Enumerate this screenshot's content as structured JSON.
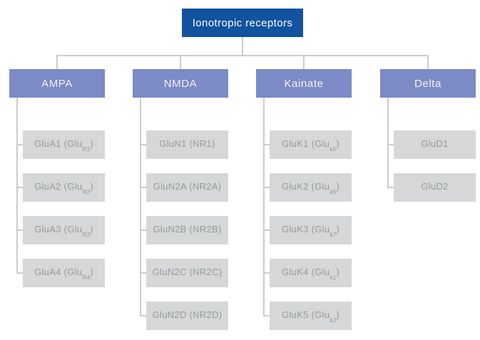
{
  "root_label": "Ionotropic receptors",
  "groups": [
    {
      "label": "AMPA",
      "children": [
        {
          "pre": "GluA1 (Glu",
          "sub": "R1",
          "post": ")"
        },
        {
          "pre": "GluA2 (Glu",
          "sub": "R2",
          "post": ")"
        },
        {
          "pre": "GluA3 (Glu",
          "sub": "R3",
          "post": ")"
        },
        {
          "pre": "GluA4 (Glu",
          "sub": "R4",
          "post": ")"
        }
      ]
    },
    {
      "label": "NMDA",
      "children": [
        {
          "pre": "GluN1 (NR1)"
        },
        {
          "pre": "GluN2A (NR2A)"
        },
        {
          "pre": "GluN2B (NR2B)"
        },
        {
          "pre": "GluN2C (NR2C)"
        },
        {
          "pre": "GluN2D (NR2D)"
        }
      ]
    },
    {
      "label": "Kainate",
      "children": [
        {
          "pre": "GluK1 (Glu",
          "sub": "k5",
          "post": ")"
        },
        {
          "pre": "GluK2 (Glu",
          "sub": "k6",
          "post": ")"
        },
        {
          "pre": "GluK3 (Glu",
          "sub": "k7",
          "post": ")"
        },
        {
          "pre": "GluK4 (Glu",
          "sub": "k1",
          "post": ")"
        },
        {
          "pre": "GluK5 (Glu",
          "sub": "k2",
          "post": ")"
        }
      ]
    },
    {
      "label": "Delta",
      "children": [
        {
          "pre": "GluD1"
        },
        {
          "pre": "GluD2"
        }
      ]
    }
  ],
  "colors": {
    "page_bg": "#ffffff",
    "root_bg": "#11539f",
    "root_text": "#ffffff",
    "group_bg": "#7c8ac5",
    "group_text": "#f2f4fb",
    "child_bg": "#d5d7d8",
    "child_text": "#959b9f",
    "line_color": "#cbcccd"
  }
}
